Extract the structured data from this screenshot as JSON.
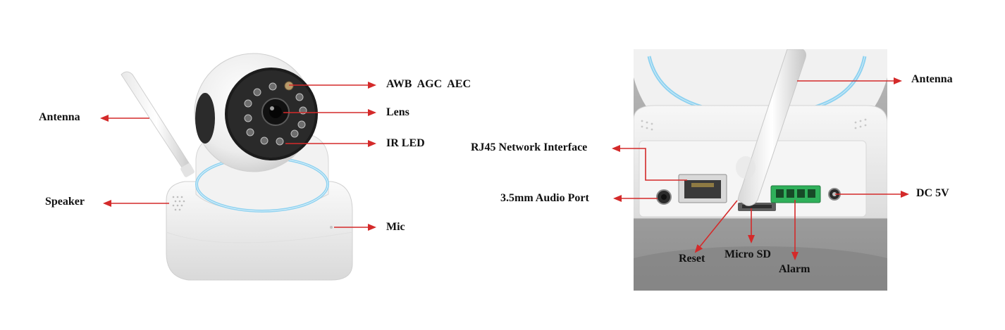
{
  "front_view": {
    "labels": {
      "awb_agc_aec": "AWB  AGC  AEC",
      "lens": "Lens",
      "ir_led": "IR LED",
      "antenna": "Antenna",
      "speaker": "Speaker",
      "mic": "Mic"
    }
  },
  "rear_view": {
    "labels": {
      "antenna": "Antenna",
      "rj45": "RJ45 Network Interface",
      "audio_port": "3.5mm Audio Port",
      "dc": "DC 5V",
      "reset": "Reset",
      "micro_sd": "Micro SD",
      "alarm": "Alarm"
    }
  },
  "colors": {
    "arrow": "#d42a2a",
    "camera_body": "#f4f4f4",
    "ring_accent": "#8fd2f0",
    "photo_background": "#9b9b9b"
  }
}
